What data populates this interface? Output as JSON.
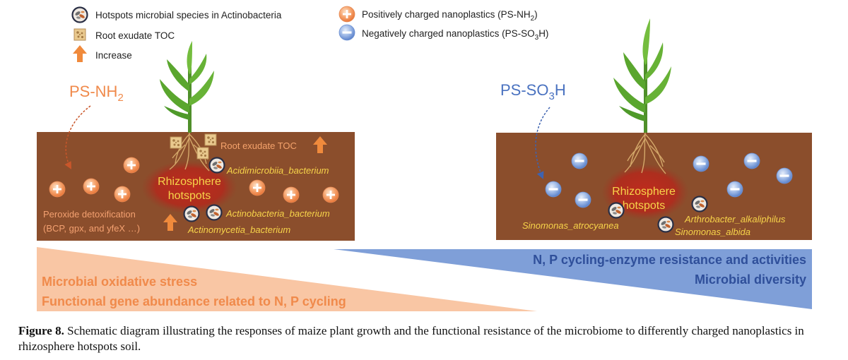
{
  "colors": {
    "soil": "#8b4e2c",
    "hotspot": "#b82a1e",
    "orange": "#f08a4b",
    "blue": "#4a72c0",
    "label_yellow": "#f7d44a",
    "peach_wedge": "#f9c6a4",
    "blue_wedge": "#7f9fd8",
    "plant_green": "#5aa62e"
  },
  "legend": {
    "microbe": "Hotspots microbial species in Actinobacteria",
    "toc": "Root exudate TOC",
    "increase": "Increase",
    "pos_prefix": "Positively charged nanoplastics (PS-NH",
    "pos_sub": "2",
    "pos_suffix": ")",
    "neg_prefix": "Negatively charged nanoplastics (PS-SO",
    "neg_sub": "3",
    "neg_suffix": "H)"
  },
  "left_panel": {
    "label_main": "PS-NH",
    "label_sub": "2",
    "root_toc": "Root exudate TOC",
    "hotspot_line1": "Rhizosphere",
    "hotspot_line2": "hotspots",
    "species1": "Acidimicrobiia_bacterium",
    "species2": "Actinobacteria_bacterium",
    "species3": "Actinomycetia_bacterium",
    "peroxide_line1": "Peroxide detoxification",
    "peroxide_line2": "(BCP, gpx, and yfeX …)"
  },
  "right_panel": {
    "label_main": "PS-SO",
    "label_sub": "3",
    "label_suffix": "H",
    "hotspot_line1": "Rhizosphere",
    "hotspot_line2": "hotspots",
    "species1": "Sinomonas_atrocyanea",
    "species2": "Arthrobacter_alkaliphilus",
    "species3": "Sinomonas_albida"
  },
  "wedges": {
    "left_line1": "Microbial oxidative stress",
    "left_line2": "Functional gene abundance related to N, P cycling",
    "right_line1": "N, P cycling-enzyme resistance and activities",
    "right_line2": "Microbial diversity"
  },
  "caption": {
    "label": "Figure 8.",
    "text": " Schematic diagram illustrating the responses of maize plant growth and the functional resistance of the microbiome to differently charged nanoplastics in rhizosphere hotspots soil."
  }
}
